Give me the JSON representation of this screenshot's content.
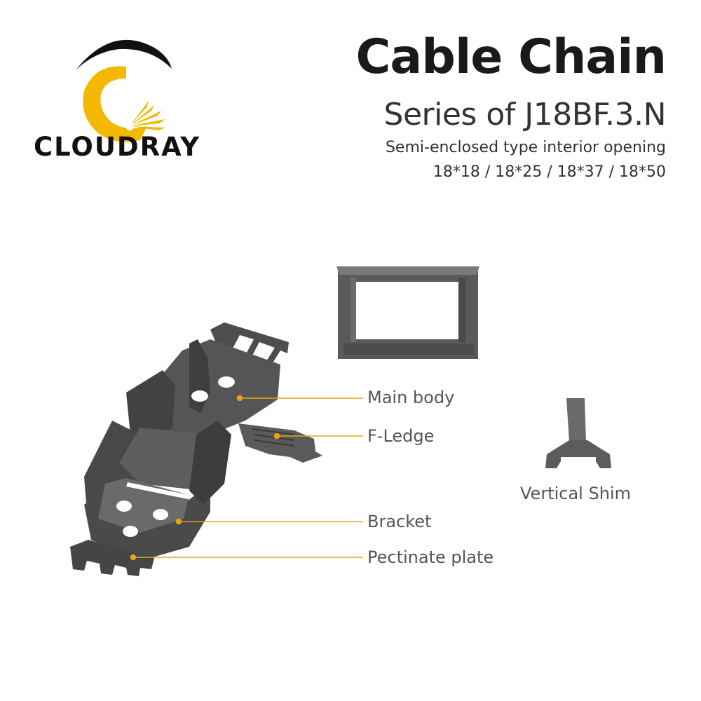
{
  "brand": {
    "name": "CLOUDRAY",
    "colors": {
      "arc": "#111111",
      "c_yellow": "#f5b800",
      "burst": "#ffffff"
    }
  },
  "header": {
    "title": "Cable Chain",
    "subtitle": "Series of J18BF.3.N",
    "description": "Semi-enclosed type interior opening",
    "sizes": "18*18 / 18*25 / 18*37 / 18*50"
  },
  "parts": {
    "main_body": "Main body",
    "f_ledge": "F-Ledge",
    "bracket": "Bracket",
    "pectinate_plate": "Pectinate plate",
    "vertical_shim": "Vertical Shim"
  },
  "colors": {
    "part_dark": "#4a4a4a",
    "part_mid": "#5e5e5e",
    "part_light": "#7a7a7a",
    "leader_line": "#e8a317",
    "label_text": "#555555"
  }
}
